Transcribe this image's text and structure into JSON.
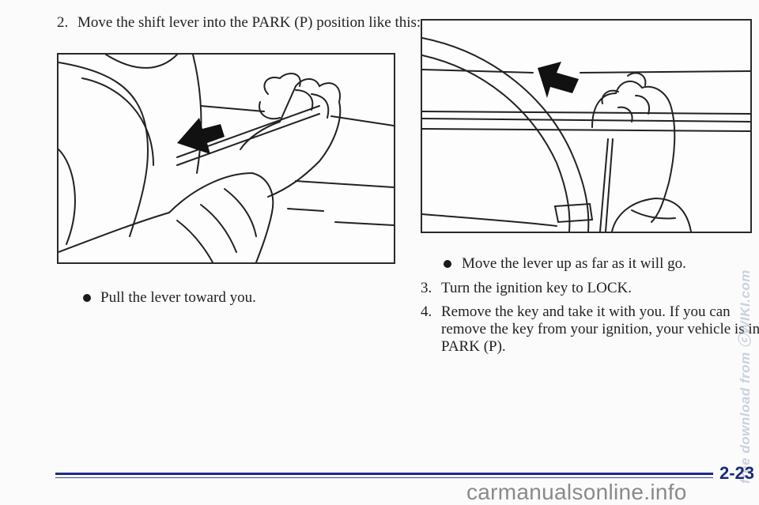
{
  "step2": {
    "number": "2.",
    "text": "Move the shift lever into the PARK (P) position like this:"
  },
  "bullet_pull": "Pull the lever toward you.",
  "bullet_move": "Move the lever up as far as it will go.",
  "step3": {
    "number": "3.",
    "text": "Turn the ignition key to LOCK."
  },
  "step4": {
    "number": "4.",
    "line1": "Remove the key and take it with you. If you can",
    "line2": "remove the key from your ignition, your vehicle is in",
    "line3": "PARK (P)."
  },
  "page_number": "2-23",
  "watermark": "free download from ⓒWIKI.com",
  "footer_site": "carmanualsonline.info",
  "colors": {
    "rule_blue": "#1a2a8a",
    "page_number": "#1a2a7a"
  }
}
